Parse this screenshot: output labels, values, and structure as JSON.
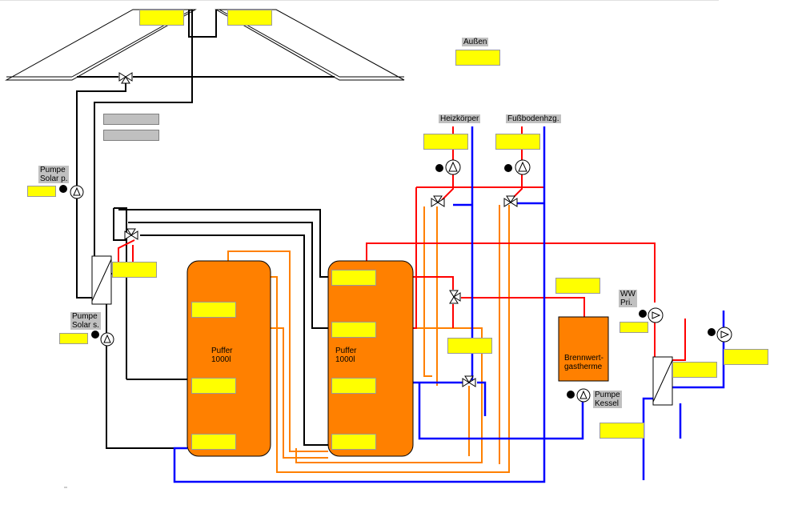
{
  "colors": {
    "hot": "#ff0000",
    "cold": "#0000ff",
    "solar": "#000000",
    "buffer": "#ff8000",
    "tank_fill": "#ff8000",
    "display_field": "#ffff00",
    "label_bg": "#c0c0c0"
  },
  "labels": {
    "aussen": "Außen",
    "heizkoerper": "Heizkörper",
    "fussboden": "Fußbodenhzg.",
    "pumpe_solar_p": "Pumpe\nSolar p.",
    "pumpe_solar_s": "Pumpe\nSolar s.",
    "ww_pri": "WW\nPri.",
    "pumpe_kessel": "Pumpe\nKessel",
    "puffer1": "Puffer\n1000l",
    "puffer2": "Puffer\n1000l",
    "brennwert": "Brennwert-\ngastherme"
  },
  "icons": [
    "pump-icon",
    "three-way-valve-icon",
    "heat-exchanger-icon",
    "solar-collector-icon"
  ]
}
